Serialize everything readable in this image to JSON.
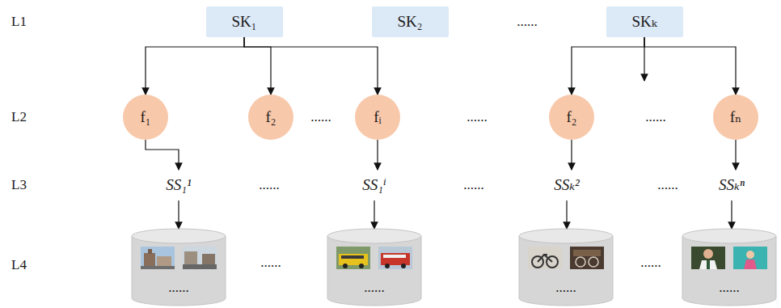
{
  "diagram": {
    "nodes": [
      {
        "text": [
          "SK₁"
        ]
      },
      {
        "text": [
          "SK₂"
        ]
      },
      {
        "text": [
          "SKₖ"
        ]
      },
      {
        "text": [
          "f₁"
        ]
      },
      {
        "text": [
          "f₂"
        ]
      },
      {
        "text": [
          "fᵢ"
        ]
      },
      {
        "text": [
          "f₂"
        ]
      },
      {
        "text": [
          "fₙ"
        ]
      },
      {
        "text": [
          "SS₁¹"
        ]
      },
      {
        "text": [
          "SS₁ⁱ"
        ]
      },
      {
        "text": [
          "SSₖ²"
        ]
      },
      {
        "text": [
          "SSₖⁿ"
        ]
      },
      {
        "text": [
          "......"
        ]
      },
      {
        "text": [
          "......"
        ]
      },
      {
        "text": [
          "......"
        ]
      },
      {
        "text": [
          "......"
        ]
      }
    ],
    "edges": [
      {
        "from": 0,
        "to": 3,
        "arrow": "to"
      },
      {
        "from": 0,
        "to": 4,
        "arrow": "to"
      },
      {
        "from": 0,
        "to": 5,
        "arrow": "to"
      },
      {
        "from": 2,
        "to": 6,
        "arrow": "to"
      },
      {
        "from": 2,
        "to": 7,
        "arrow": "to"
      },
      {
        "from": 3,
        "to": 8,
        "arrow": "to"
      },
      {
        "from": 5,
        "to": 9,
        "arrow": "to"
      },
      {
        "from": 6,
        "to": 10,
        "arrow": "to"
      },
      {
        "from": 7,
        "to": 11,
        "arrow": "to"
      },
      {
        "from": 8,
        "to": 12,
        "arrow": "to"
      },
      {
        "from": 9,
        "to": 13,
        "arrow": "to"
      },
      {
        "from": 10,
        "to": 14,
        "arrow": "to"
      },
      {
        "from": 11,
        "to": 15,
        "arrow": "to"
      }
    ],
    "labels": [
      "L1",
      "L2",
      "L3",
      "L4",
      "......",
      "......",
      "......",
      "......",
      "......",
      "......",
      "......",
      "......",
      "......"
    ]
  }
}
